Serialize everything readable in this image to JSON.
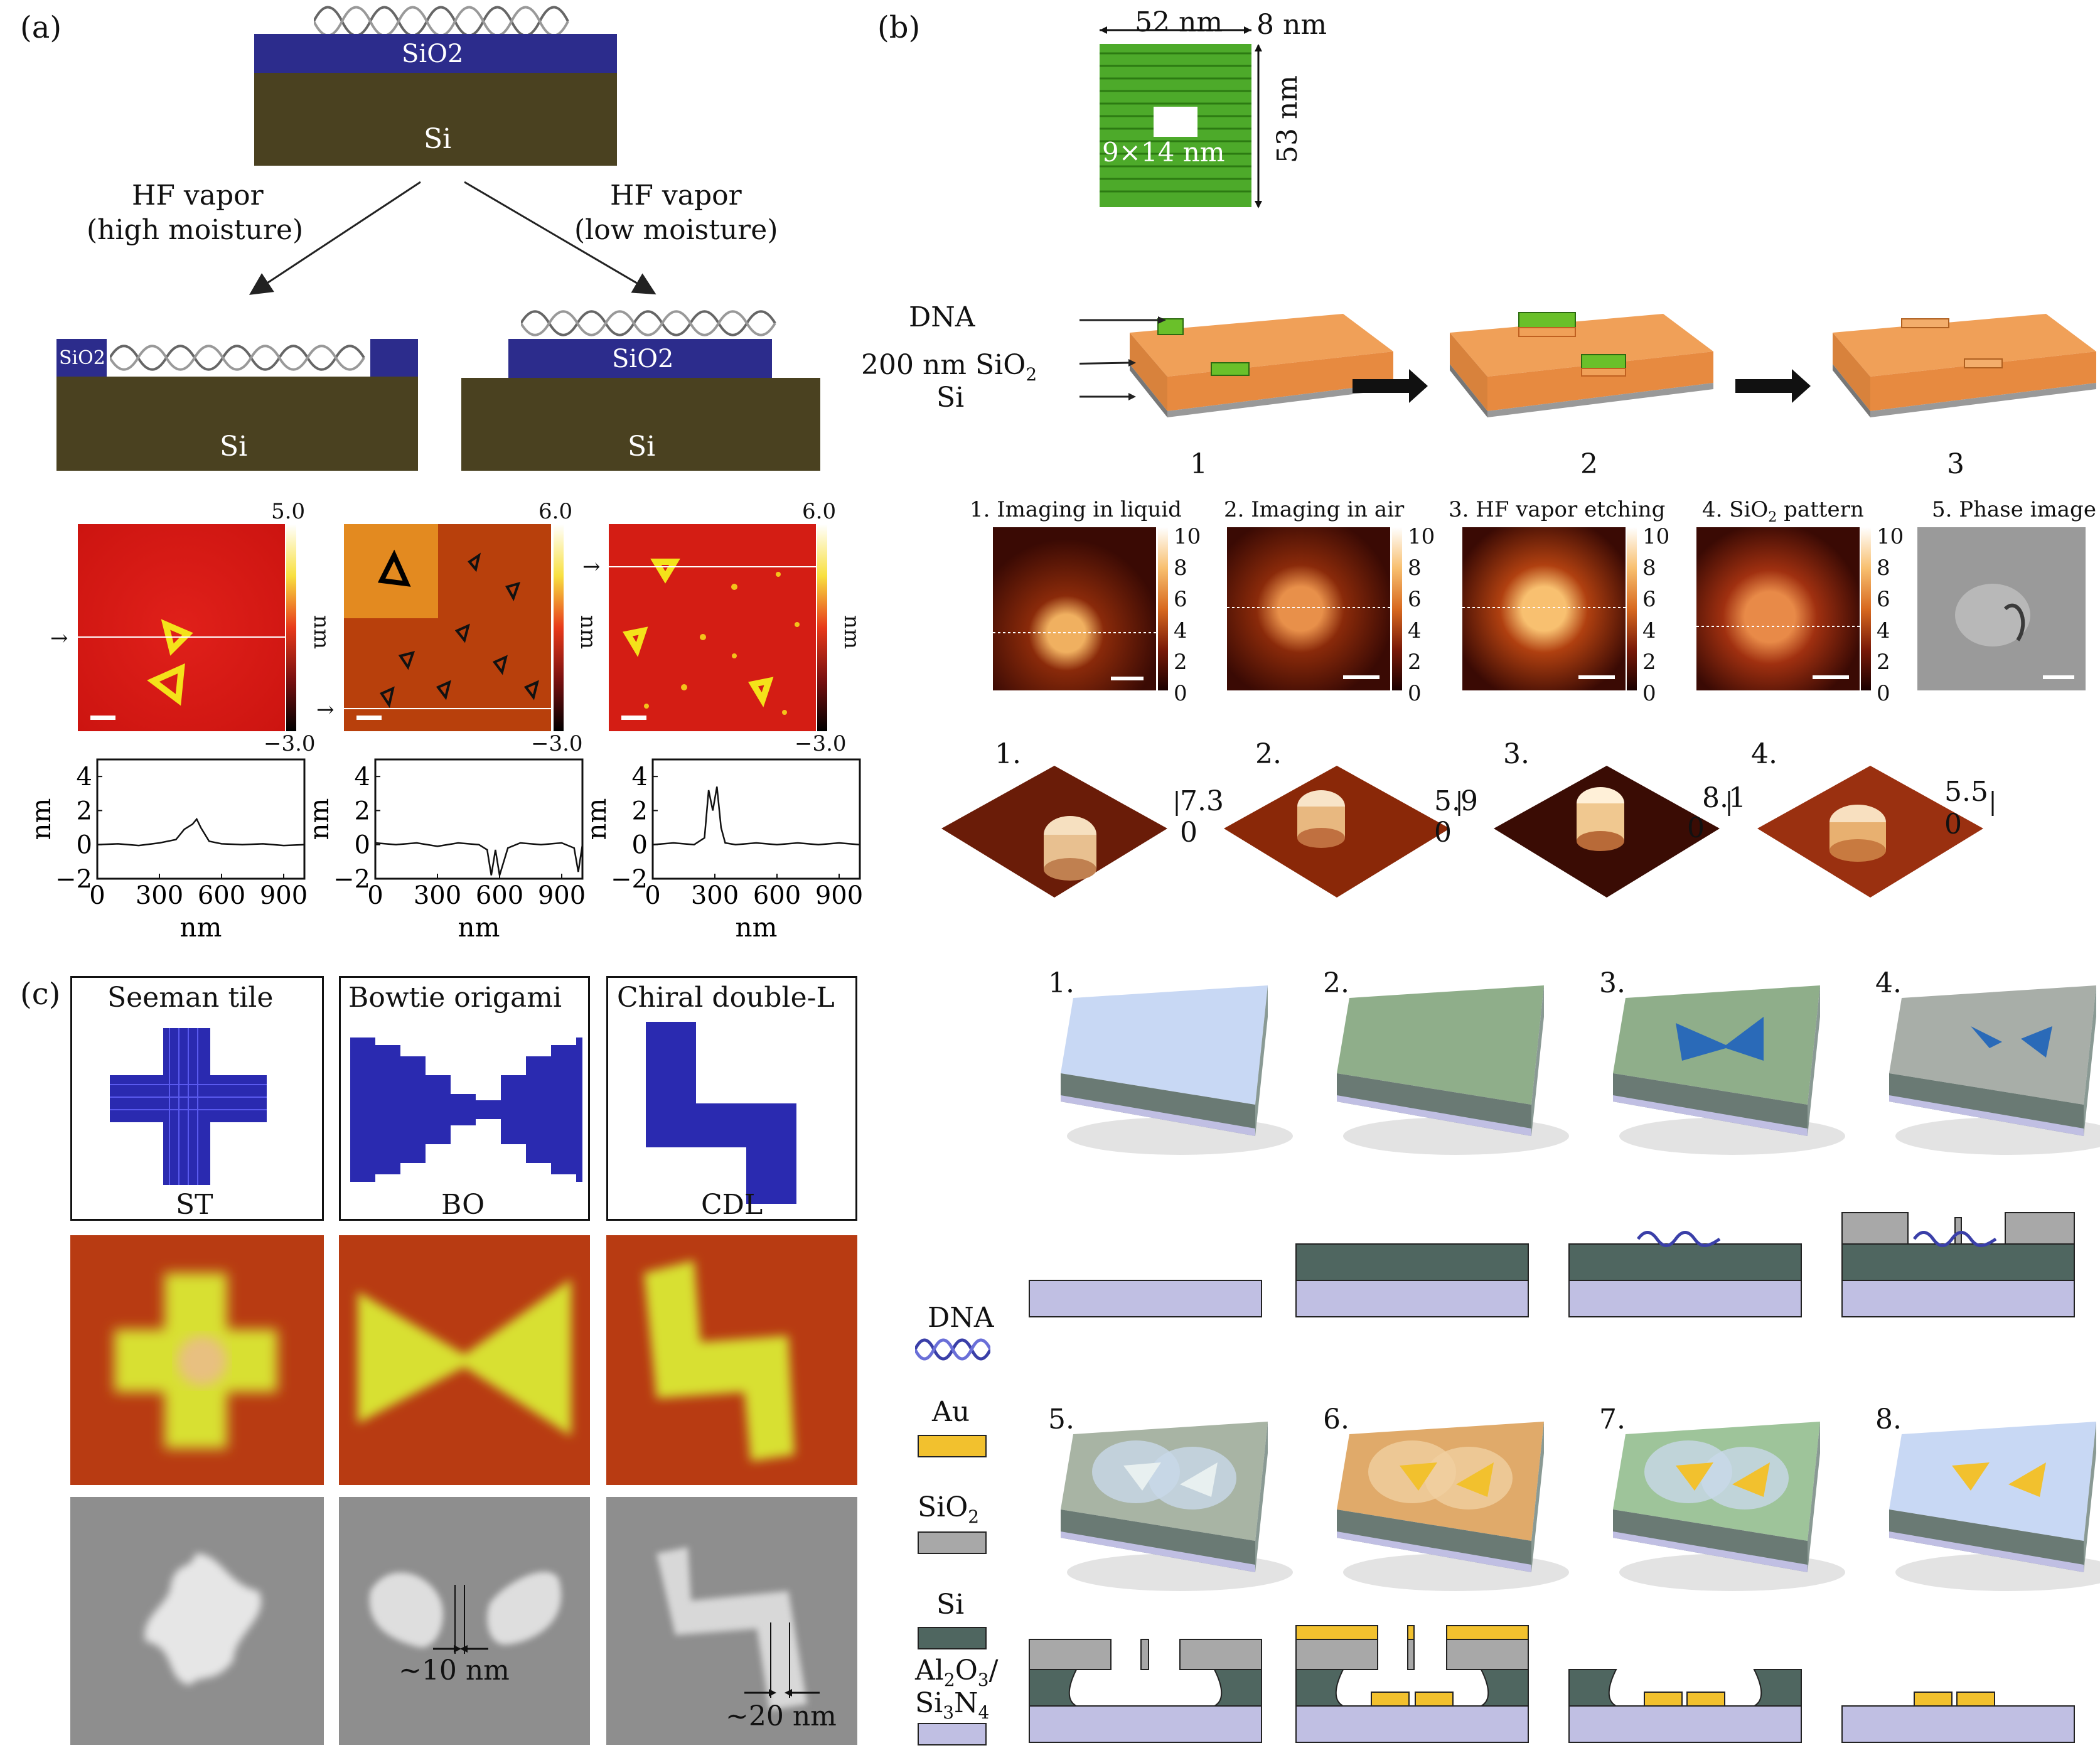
{
  "panel_a": {
    "label": "(a)",
    "top_layers": {
      "oxide": "SiO2",
      "substrate": "Si"
    },
    "left_branch": {
      "line1": "HF vapor",
      "line2": "(high moisture)"
    },
    "right_branch": {
      "line1": "HF vapor",
      "line2": "(low moisture)"
    },
    "left_result": {
      "oxide": "SiO2",
      "substrate": "Si"
    },
    "right_result": {
      "oxide": "SiO2",
      "substrate": "Si"
    },
    "afm": [
      {
        "max": "5.0",
        "min": "−3.0",
        "unit": "nm"
      },
      {
        "max": "6.0",
        "min": "−3.0",
        "unit": "nm"
      },
      {
        "max": "6.0",
        "min": "−3.0",
        "unit": "nm"
      }
    ],
    "profile_axis": {
      "ylabel": "nm",
      "xlabel": "nm"
    }
  },
  "panel_b": {
    "label": "(b)",
    "dims": {
      "width": "52 nm",
      "thickness": "8 nm",
      "height": "53 nm",
      "hole": "9×14 nm"
    },
    "stack_labels": {
      "dna": "DNA",
      "oxide_thick": "200 nm SiO",
      "oxide_sub": "2",
      "si": "Si"
    },
    "steps": [
      "1",
      "2",
      "3"
    ],
    "afm_titles": [
      "1. Imaging in liquid",
      "2. Imaging in air",
      "3. HF vapor etching",
      "4. SiO",
      "5. Phase image"
    ],
    "afm_title4_sub": "2",
    "afm_title4_rest": " pattern",
    "colorbar_ticks": [
      "10",
      "8",
      "6",
      "4",
      "2",
      "0"
    ],
    "views3d": [
      {
        "num": "1.",
        "max": "7.3",
        "min": "0"
      },
      {
        "num": "2.",
        "max": "5.9",
        "min": "0"
      },
      {
        "num": "3.",
        "max": "8.1",
        "min": "0"
      },
      {
        "num": "4.",
        "max": "5.5",
        "min": "0"
      }
    ]
  },
  "panel_c": {
    "label": "(c)",
    "designs": [
      {
        "title": "Seeman tile",
        "abbr": "ST"
      },
      {
        "title": "Bowtie origami",
        "abbr": "BO"
      },
      {
        "title": "Chiral double-L",
        "abbr": "CDL"
      }
    ],
    "gap_labels": {
      "bo": "~10 nm",
      "cdl": "~20 nm"
    }
  },
  "panel_d": {
    "steps": [
      "1.",
      "2.",
      "3.",
      "4.",
      "5.",
      "6.",
      "7.",
      "8."
    ],
    "legend": {
      "dna": "DNA",
      "au": "Au",
      "sio2": "SiO",
      "sio2_sub": "2",
      "si": "Si",
      "sub_line1": "Al",
      "sub_line1_a": "2",
      "sub_line1_b": "O",
      "sub_line1_c": "3",
      "sub_line1_d": "/",
      "sub_line2": "Si",
      "sub_line2_a": "3",
      "sub_line2_b": "N",
      "sub_line2_c": "4"
    },
    "colors": {
      "au": "#f2c12e",
      "sio2": "#a8a8a8",
      "si": "#4f6660",
      "substrate": "#c0bfe3",
      "dna": "#3a3fa8"
    }
  },
  "chart_data": [
    {
      "type": "line",
      "title": "",
      "xlabel": "nm",
      "ylabel": "nm",
      "xlim": [
        0,
        1000
      ],
      "ylim": [
        -2,
        5
      ],
      "xticks": [
        "0",
        "300",
        "600",
        "900"
      ],
      "yticks": [
        "4",
        "2",
        "0",
        "−2"
      ],
      "x": [
        0,
        100,
        200,
        300,
        380,
        420,
        460,
        480,
        500,
        540,
        600,
        700,
        800,
        900,
        1000
      ],
      "y": [
        0,
        0.05,
        -0.05,
        0.1,
        0.3,
        0.9,
        1.2,
        1.5,
        1.0,
        0.2,
        0.05,
        0.0,
        0.05,
        -0.05,
        0.0
      ]
    },
    {
      "type": "line",
      "title": "",
      "xlabel": "nm",
      "ylabel": "nm",
      "xlim": [
        0,
        1000
      ],
      "ylim": [
        -2,
        5
      ],
      "xticks": [
        "0",
        "300",
        "600",
        "900"
      ],
      "yticks": [
        "4",
        "2",
        "0",
        "−2"
      ],
      "x": [
        0,
        100,
        200,
        300,
        400,
        500,
        540,
        560,
        580,
        600,
        640,
        700,
        800,
        900,
        960,
        980,
        1000
      ],
      "y": [
        0.1,
        0.0,
        0.1,
        -0.1,
        0.1,
        0.0,
        -0.3,
        -1.8,
        -0.3,
        -1.8,
        -0.2,
        0.1,
        0.0,
        0.1,
        -0.2,
        -1.6,
        0.0
      ]
    },
    {
      "type": "line",
      "title": "",
      "xlabel": "nm",
      "ylabel": "nm",
      "xlim": [
        0,
        1000
      ],
      "ylim": [
        -2,
        5
      ],
      "xticks": [
        "0",
        "300",
        "600",
        "900"
      ],
      "yticks": [
        "4",
        "2",
        "0",
        "−2"
      ],
      "x": [
        0,
        100,
        200,
        250,
        270,
        290,
        310,
        330,
        350,
        400,
        500,
        600,
        700,
        800,
        900,
        1000
      ],
      "y": [
        0.0,
        0.1,
        0.0,
        0.4,
        3.2,
        2.0,
        3.4,
        1.0,
        0.1,
        0.0,
        0.1,
        0.0,
        0.1,
        0.0,
        0.1,
        0.0
      ]
    }
  ]
}
